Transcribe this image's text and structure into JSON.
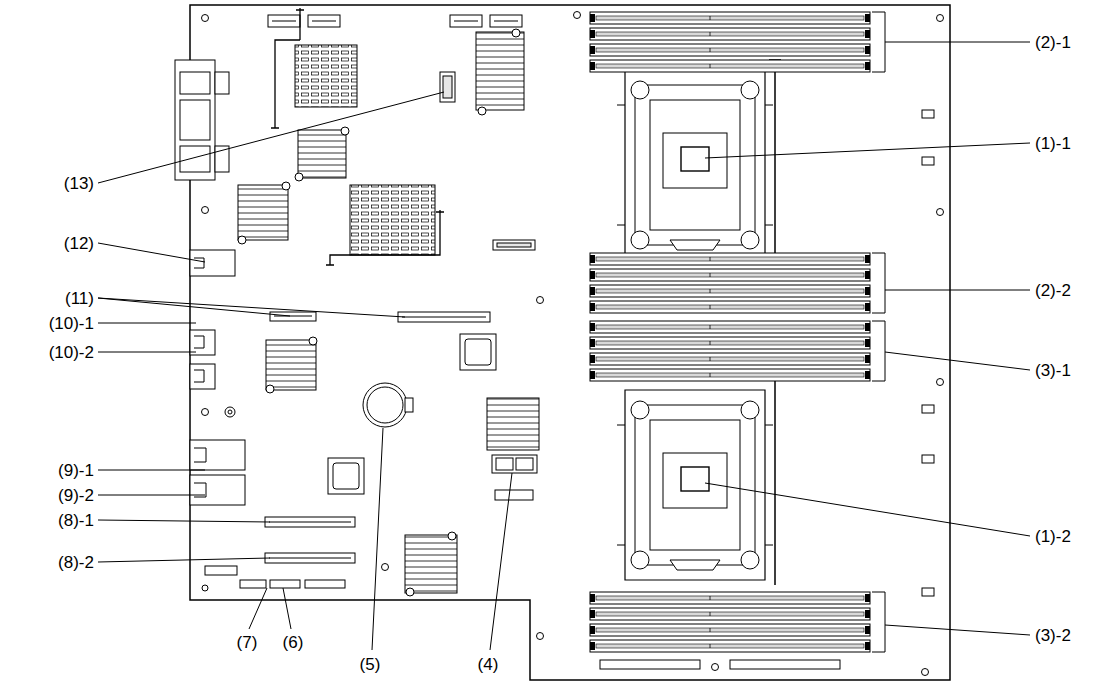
{
  "diagram": {
    "labels": [
      "(2)-1",
      "(1)-1",
      "(13)",
      "(12)",
      "(11)",
      "(10)-1",
      "(10)-2",
      "(2)-2",
      "(3)-1",
      "(9)-1",
      "(9)-2",
      "(8)-1",
      "(1)-2",
      "(8)-2",
      "(3)-2",
      "(7)",
      "(6)",
      "(5)",
      "(4)"
    ]
  }
}
